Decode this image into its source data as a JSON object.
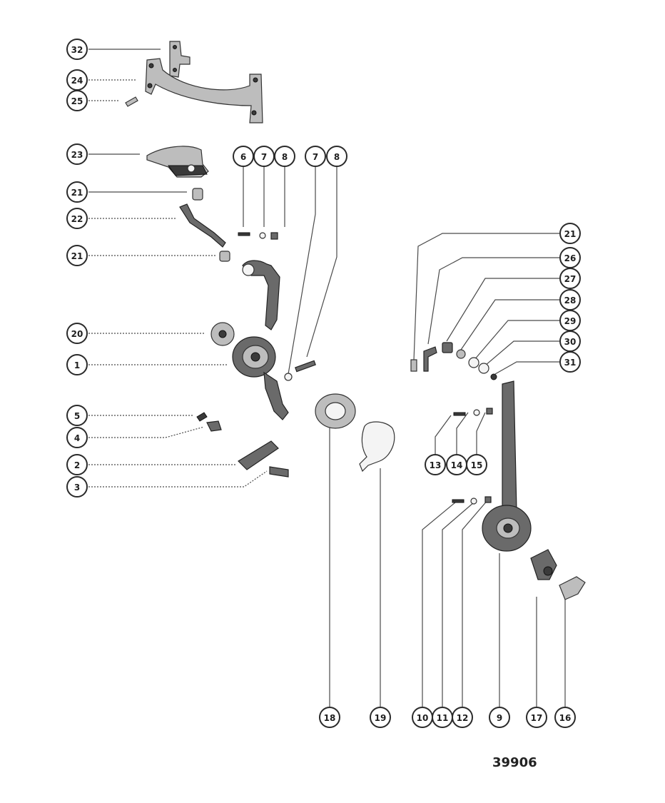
{
  "figure_number": "39906",
  "callouts": [
    {
      "label": "32"
    },
    {
      "label": "24"
    },
    {
      "label": "25"
    },
    {
      "label": "23"
    },
    {
      "label": "21"
    },
    {
      "label": "22"
    },
    {
      "label": "21"
    },
    {
      "label": "20"
    },
    {
      "label": "1"
    },
    {
      "label": "5"
    },
    {
      "label": "4"
    },
    {
      "label": "2"
    },
    {
      "label": "3"
    },
    {
      "label": "6"
    },
    {
      "label": "7"
    },
    {
      "label": "8"
    },
    {
      "label": "7"
    },
    {
      "label": "8"
    },
    {
      "label": "21"
    },
    {
      "label": "26"
    },
    {
      "label": "27"
    },
    {
      "label": "28"
    },
    {
      "label": "29"
    },
    {
      "label": "30"
    },
    {
      "label": "31"
    },
    {
      "label": "13"
    },
    {
      "label": "14"
    },
    {
      "label": "15"
    },
    {
      "label": "18"
    },
    {
      "label": "19"
    },
    {
      "label": "10"
    },
    {
      "label": "11"
    },
    {
      "label": "12"
    },
    {
      "label": "9"
    },
    {
      "label": "17"
    },
    {
      "label": "16"
    }
  ]
}
